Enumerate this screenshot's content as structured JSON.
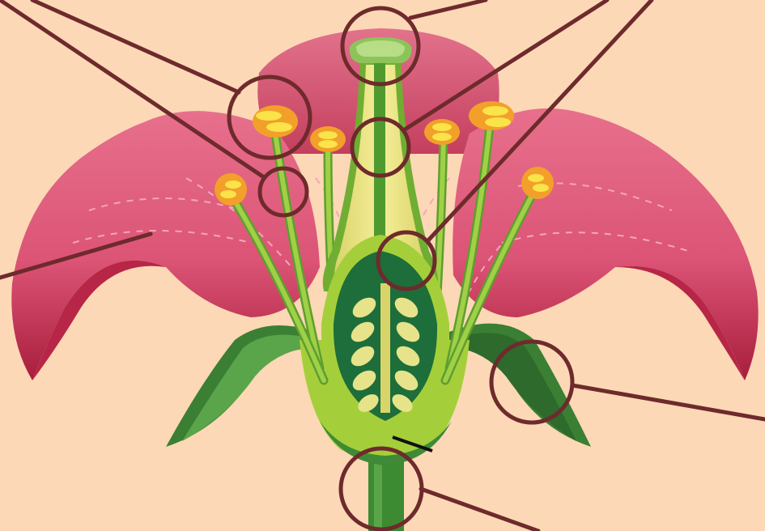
{
  "diagram": {
    "background": "#fcd8b6",
    "callout_color": "#6e2a2c",
    "colors": {
      "petal": "#e2607e",
      "petal_dark": "#b4233f",
      "sepal": "#3f8a3a",
      "stem": "#3c8a32",
      "filament": "#8cc441",
      "anther": "#f7b52c",
      "style": "#f2e98b",
      "ovary": "#1d6e3a",
      "ovule": "#e6e38a",
      "receptacle": "#a5cf3a"
    },
    "parts": [
      {
        "id": "stigma"
      },
      {
        "id": "anther"
      },
      {
        "id": "filament"
      },
      {
        "id": "style"
      },
      {
        "id": "ovary"
      },
      {
        "id": "petal"
      },
      {
        "id": "sepal"
      },
      {
        "id": "receptacle"
      }
    ]
  }
}
